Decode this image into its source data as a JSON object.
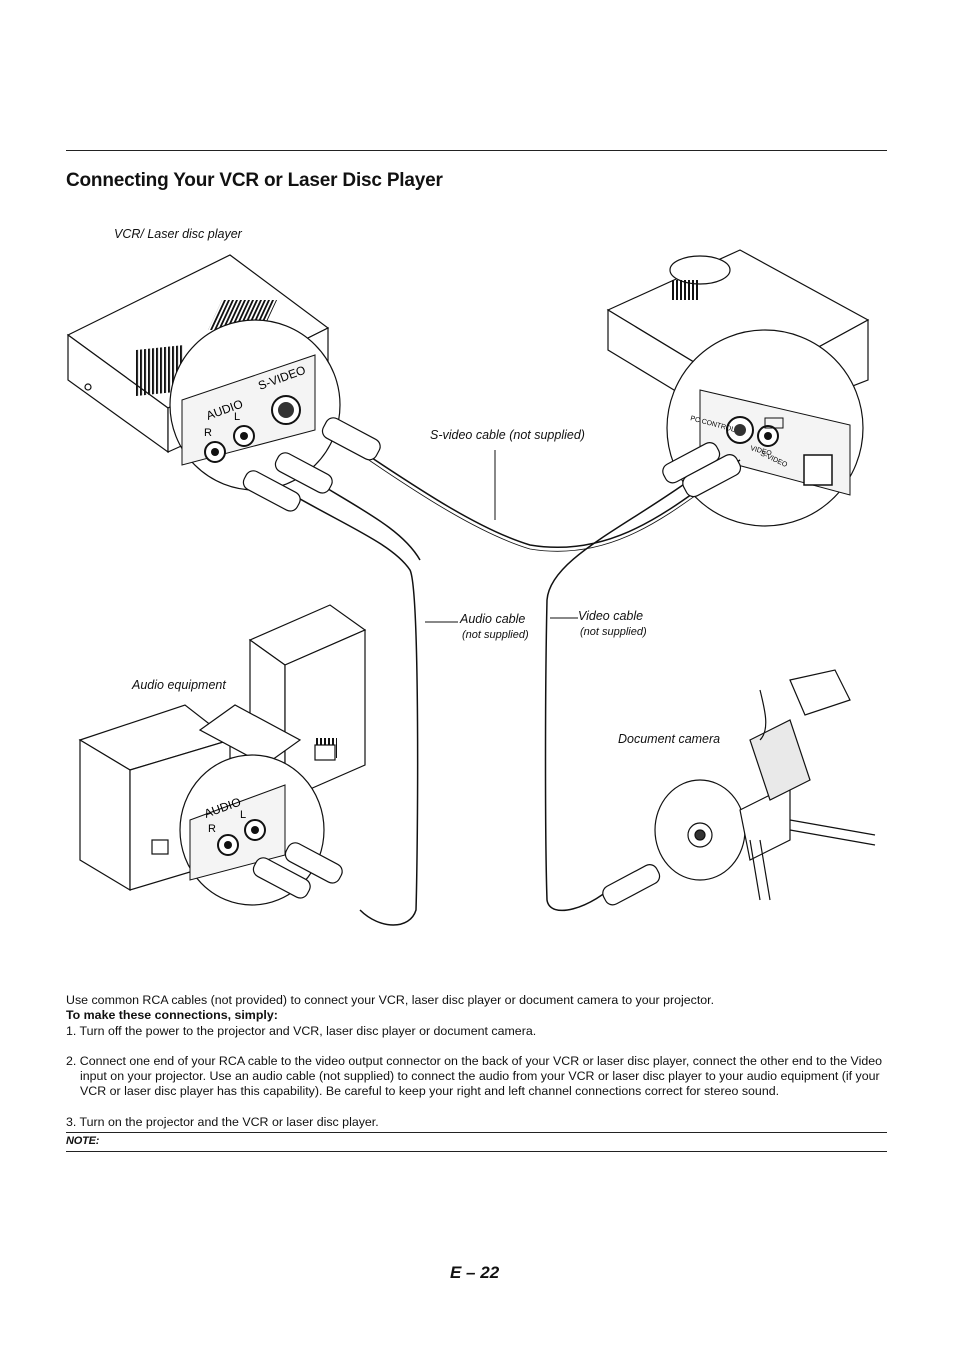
{
  "page": {
    "title": "Connecting Your VCR or Laser Disc Player",
    "page_number": "E – 22"
  },
  "diagram": {
    "labels": {
      "vcr": "VCR/ Laser disc player",
      "svideo_cable": "S-video cable (not supplied)",
      "audio_cable": "Audio cable",
      "audio_cable_sub": "(not supplied)",
      "video_cable": "Video cable",
      "video_cable_sub": "(not supplied)",
      "audio_equipment": "Audio equipment",
      "document_camera": "Document camera"
    },
    "panel_text": {
      "audio": "AUDIO",
      "svideo": "S-VIDEO",
      "r": "R",
      "l": "L",
      "audio2": "AUDIO",
      "r2": "R",
      "l2": "L",
      "proj_svideo": "S-VIDEO",
      "proj_pccontrol": "PC CONTROL",
      "proj_video": "VIDEO"
    }
  },
  "text": {
    "intro": "Use common RCA cables (not provided) to connect your VCR, laser disc player or document camera to your projector.",
    "heading": "To make these connections, simply:",
    "step1": "1. Turn off the power to the projector and VCR, laser disc player or document camera.",
    "step2": "2. Connect one end of your RCA cable to the video output connector on the back of your VCR or laser disc player, connect the other end to the Video input on your projector. Use an audio cable (not supplied) to connect the audio from your VCR or laser disc player to your audio equipment (if your VCR or laser disc player has this capability). Be careful to keep your right and left channel connections correct for stereo sound.",
    "step3": "3. Turn on the projector and the VCR or laser disc player.",
    "note": "NOTE:"
  }
}
